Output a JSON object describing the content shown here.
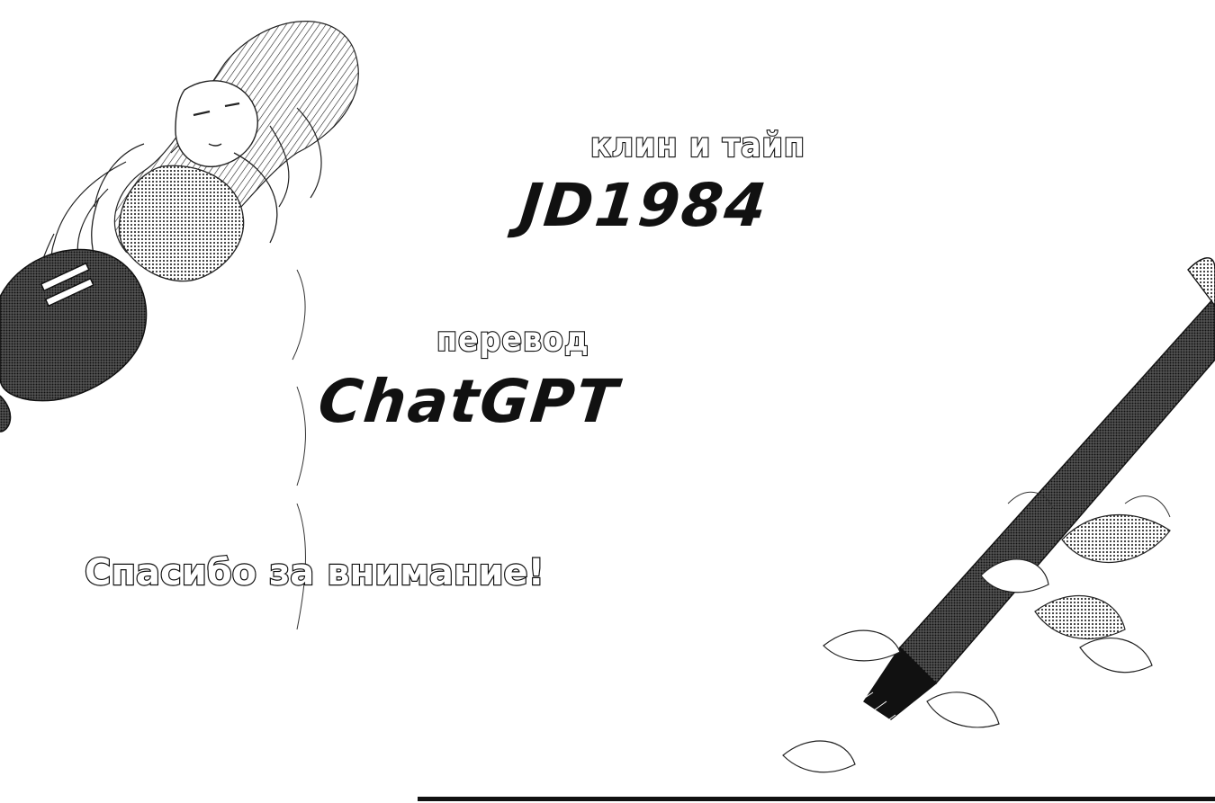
{
  "credits": {
    "cleaner_label": "клин и тайп",
    "cleaner_name": "JD1984",
    "translator_label": "перевод",
    "translator_name": "ChatGPT"
  },
  "closing_message": "Спасибо за внимание!",
  "colors": {
    "background": "#ffffff",
    "ink": "#111111"
  },
  "artwork": {
    "figure": "girl-with-guitar-illustration",
    "style": "manga-screentone-lineart"
  }
}
